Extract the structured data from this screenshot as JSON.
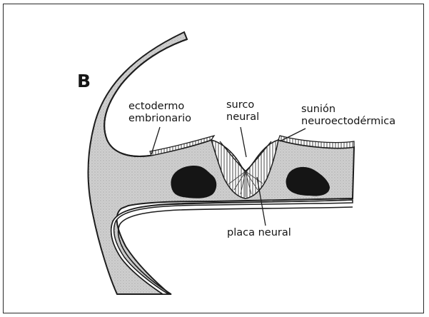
{
  "figure": {
    "panel_letter": "B",
    "labels": {
      "ectodermo": {
        "line1": "ectodermo",
        "line2": "embrionario"
      },
      "surco": {
        "line1": "surco",
        "line2": "neural"
      },
      "union": {
        "line1": "sunión",
        "line2": "neuroectodérmica"
      },
      "placa": {
        "line1": "placa neural"
      }
    }
  }
}
